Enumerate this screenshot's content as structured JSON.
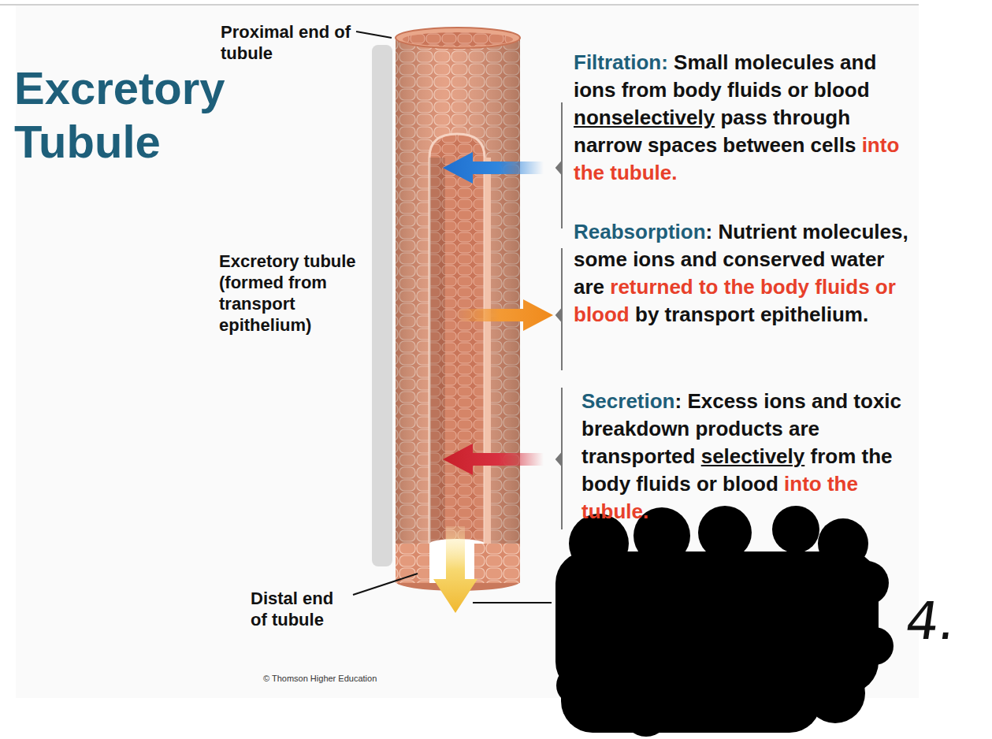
{
  "diagram": {
    "title": "Excretory Tubule",
    "labels": [
      "Proximal end of tubule",
      "Excretory tubule (formed from transport epithelium)",
      "Distal end of tubule",
      "© Thomson Higher Education",
      "Filtration:",
      "Small molecules and ions from body fluids or blood",
      "nonselectively",
      "pass through narrow spaces between cells",
      "into the tubule.",
      "Reabsorption",
      ": Nutrient molecules, some ions and conserved water are",
      "returned to the body fluids or blood",
      "by transport epithelium.",
      "Secretion",
      ": Excess ions and toxic breakdown products are transported",
      "selectively",
      "from the body fluids or blood",
      "into the tubule.",
      "4."
    ]
  }
}
